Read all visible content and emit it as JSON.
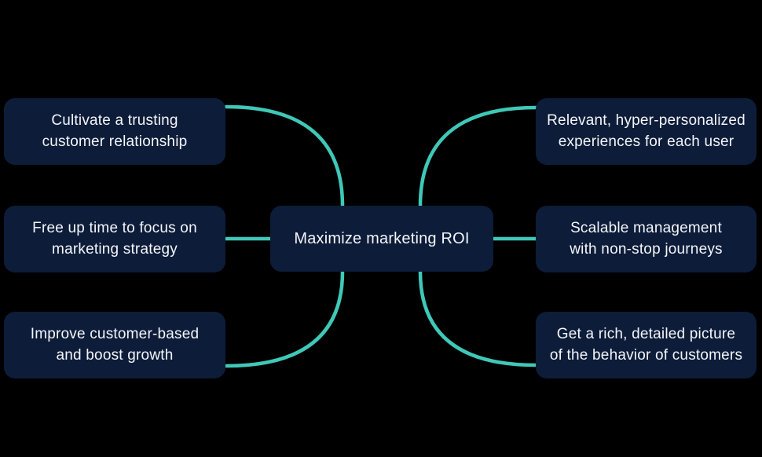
{
  "diagram": {
    "center": {
      "label": "Maximize marketing ROI"
    },
    "nodes": [
      {
        "id": "left-top",
        "lines": [
          "Cultivate a trusting",
          "customer relationship"
        ]
      },
      {
        "id": "left-middle",
        "lines": [
          "Free up time to focus on",
          "marketing strategy"
        ]
      },
      {
        "id": "left-bottom",
        "lines": [
          "Improve customer-based",
          "and boost growth"
        ]
      },
      {
        "id": "right-top",
        "lines": [
          "Relevant, hyper-personalized",
          "experiences for each user"
        ]
      },
      {
        "id": "right-middle",
        "lines": [
          "Scalable management",
          "with non-stop journeys"
        ]
      },
      {
        "id": "right-bottom",
        "lines": [
          "Get a rich, detailed picture",
          "of the behavior of customers"
        ]
      }
    ]
  },
  "colors": {
    "background": "#000000",
    "node_fill": "#0d1c39",
    "node_text": "#f4f6f9",
    "connector": "#3fc8b8"
  }
}
